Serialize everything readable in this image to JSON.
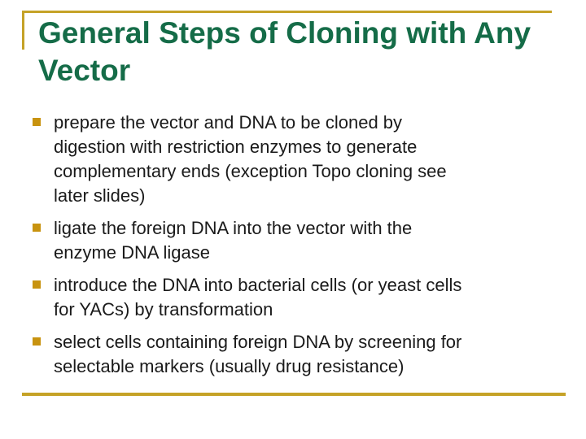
{
  "slide": {
    "title": {
      "lines": [
        "General Steps of Cloning with Any",
        "Vector"
      ]
    },
    "bullets": [
      {
        "lines": [
          "prepare the vector and DNA to be cloned by",
          "digestion with restriction enzymes to generate",
          "complementary ends (exception Topo cloning see",
          "later slides)"
        ]
      },
      {
        "lines": [
          "ligate the foreign DNA into the vector with the",
          "enzyme DNA ligase"
        ]
      },
      {
        "lines": [
          "introduce the DNA into bacterial cells (or yeast cells",
          "for YACs) by transformation"
        ]
      },
      {
        "lines": [
          "select cells containing foreign DNA by screening for",
          "selectable markers (usually drug resistance)"
        ]
      }
    ],
    "colors": {
      "title_green": "#156C48",
      "rule_gold": "#C5A227",
      "bullet_gold": "#C8930F",
      "body_text": "#1a1a1a"
    }
  }
}
